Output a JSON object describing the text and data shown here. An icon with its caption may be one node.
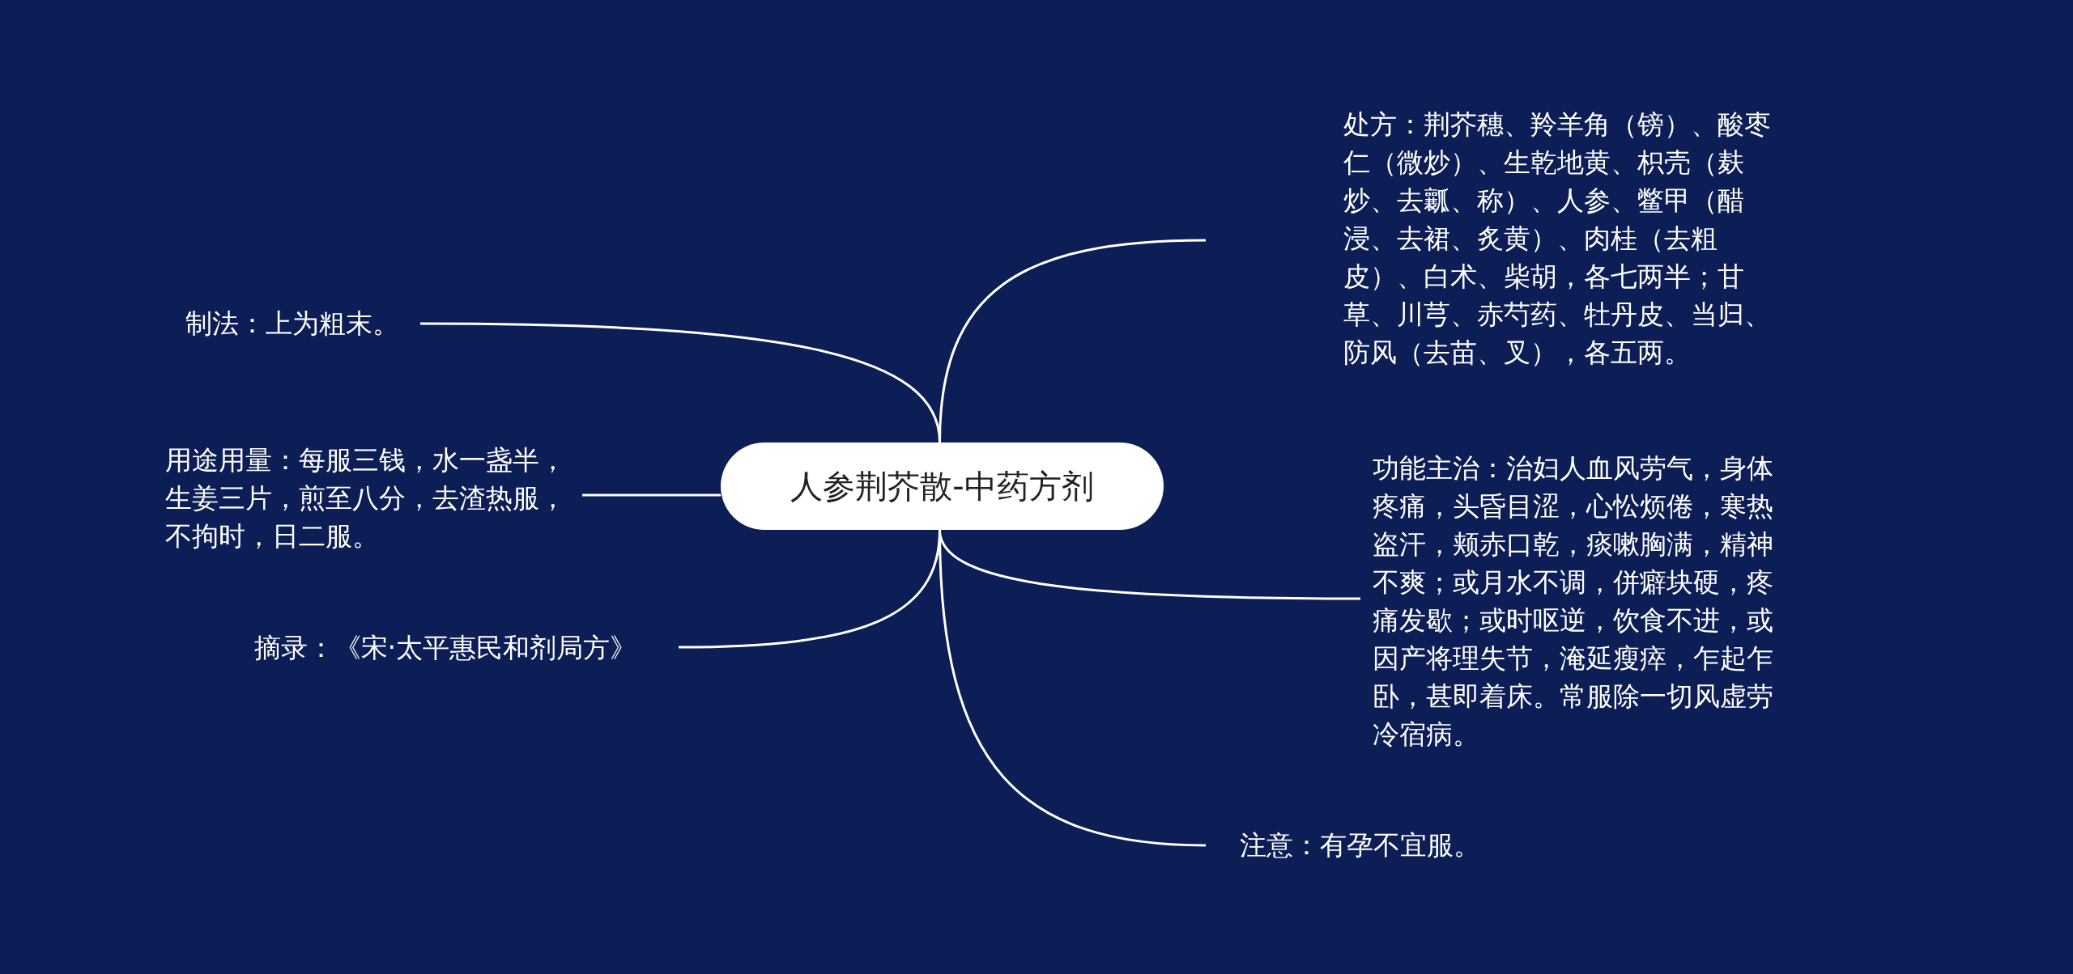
{
  "diagram": {
    "nodes": [
      {
        "text": [
          "人参荆芥散-中药方剂"
        ]
      },
      {
        "text": [
          "处方：荆芥穗、羚羊角（镑）、酸枣仁（微炒）、生乾地黄、枳壳（麸炒、去瓤、称）、人参、鳖甲（醋浸、去裙、炙黄）、肉桂（去粗皮）、白术、柴胡，各七两半；甘草、川芎、赤芍药、牡丹皮、当归、防风（去苗、叉），各五两。"
        ]
      },
      {
        "text": [
          "功能主治：治妇人血风劳气，身体疼痛，头昏目涩，心忪烦倦，寒热盗汗，颊赤口乾，痰嗽胸满，精神不爽；或月水不调，併癖块硬，疼痛发歇；或时呕逆，饮食不进，或因产将理失节，淹延瘦瘁，乍起乍卧，甚即着床。常服除一切风虚劳冷宿病。"
        ]
      },
      {
        "text": [
          "注意：有孕不宜服。"
        ]
      },
      {
        "text": [
          "制法：上为粗末。"
        ]
      },
      {
        "text": [
          "用途用量：每服三钱，水一盏半，生姜三片，煎至八分，去渣热服，不拘时，日二服。"
        ]
      },
      {
        "text": [
          "摘录：《宋·太平惠民和剂局方》"
        ]
      }
    ],
    "edges": [
      {
        "from": 0,
        "to": 1,
        "arrow": "none"
      },
      {
        "from": 0,
        "to": 2,
        "arrow": "none"
      },
      {
        "from": 0,
        "to": 3,
        "arrow": "none"
      },
      {
        "from": 0,
        "to": 4,
        "arrow": "none"
      },
      {
        "from": 0,
        "to": 5,
        "arrow": "none"
      },
      {
        "from": 0,
        "to": 6,
        "arrow": "none"
      }
    ]
  }
}
